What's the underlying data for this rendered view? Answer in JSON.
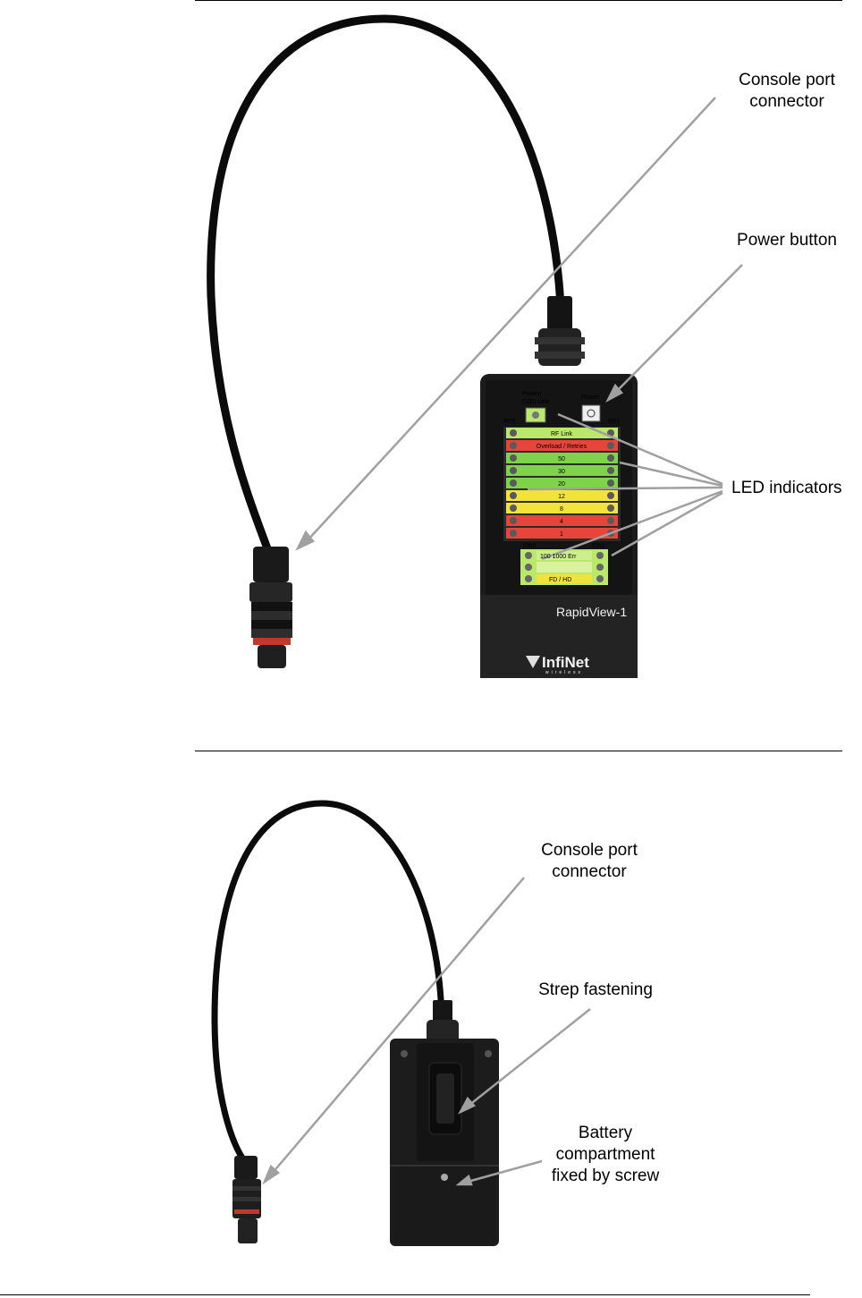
{
  "figure_top": {
    "callouts": {
      "console": "Console port\nconnector",
      "power": "Power button",
      "led": "LED indicators"
    },
    "panel": {
      "power_odu": "Power/\nODU Link",
      "power": "Power",
      "rf0": "RF0",
      "rf1": "RF1",
      "rows": [
        "RF Link",
        "Overload / Retries",
        "50",
        "30",
        "20",
        "12",
        "8",
        "4",
        "1"
      ],
      "eth0": "Eth0",
      "eth1": "Eth1",
      "speed": "100 1000 Err",
      "duplex": "FD / HD",
      "model": "RapidView-1",
      "brand": "InfiNet",
      "brand_sub": "wireless"
    }
  },
  "figure_bottom": {
    "callouts": {
      "console": "Console port\nconnector",
      "strap": "Strep fastening",
      "battery": "Battery\ncompartment\nfixed by screw"
    }
  },
  "colors": {
    "green": "#7fd34a",
    "light_green": "#b9e86a",
    "yellow": "#f2e33a",
    "red": "#e8453a",
    "device": "#1c1c1c"
  }
}
